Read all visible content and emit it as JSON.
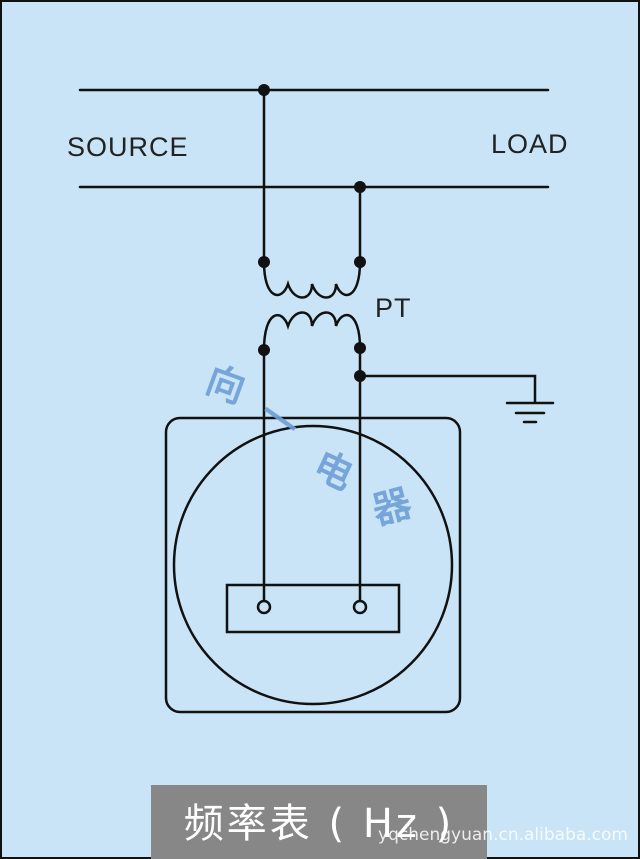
{
  "labels": {
    "source": "SOURCE",
    "load": "LOAD",
    "pt": "PT"
  },
  "caption": "频率表 ( Hz )",
  "footer_watermark": "yqchengyuan.cn.alibaba.com",
  "logo_watermark": [
    "向",
    "一",
    "电",
    "器"
  ],
  "colors": {
    "background": "#c8e4f6",
    "line": "#111111",
    "caption_bg": "#878787",
    "watermark": "#6f9fd6"
  }
}
